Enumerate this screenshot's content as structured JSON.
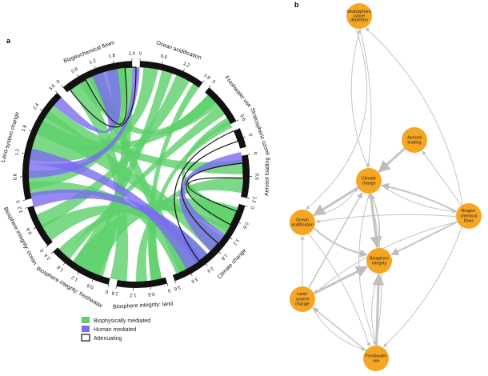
{
  "panels": {
    "a": "a",
    "b": "b"
  },
  "chord": {
    "segments": [
      {
        "name": "Biogeochemical flows",
        "ticks": [
          "0",
          "0.6",
          "1.2",
          "1.8",
          "2.4"
        ]
      },
      {
        "name": "Ocean acidification",
        "ticks": [
          "0",
          "0.6",
          "1.2",
          "1.8"
        ]
      },
      {
        "name": "Freshwater use",
        "ticks": [
          "0",
          "0.6"
        ]
      },
      {
        "name": "Stratospheric ozone",
        "ticks": [
          "0"
        ]
      },
      {
        "name": "Aerosol loading",
        "ticks": [
          "0",
          "0.6",
          "1.2"
        ]
      },
      {
        "name": "Climate change",
        "ticks": [
          "0",
          "0.6",
          "1.2",
          "1.8",
          "2.4",
          "3.0",
          "3.6"
        ]
      },
      {
        "name": "Biosphere integrity: land",
        "ticks": [
          "0",
          "0.6",
          "1.2",
          "1.8"
        ]
      },
      {
        "name": "Biosphere integrity: freshwater",
        "ticks": [
          "0",
          "0.6",
          "1.2",
          "1.8",
          "2.4"
        ]
      },
      {
        "name": "Biosphere integrity: ocean",
        "ticks": [
          "0",
          "0.6",
          "1.2"
        ]
      },
      {
        "name": "Land-system change",
        "ticks": [
          "0",
          "0.6",
          "1.2",
          "1.8",
          "2.4",
          "3.0"
        ]
      }
    ],
    "legend": [
      {
        "label": "Biophysically mediated",
        "color": "#5ccf6a"
      },
      {
        "label": "Human mediated",
        "color": "#7b6cf0"
      },
      {
        "label": "Attenuating",
        "color": "#ffffff"
      }
    ]
  },
  "network": {
    "node_color": "#f5a623",
    "edge_color": "#c4c4c4",
    "nodes": [
      {
        "id": "ozone",
        "label": "Stratospheric ozone depletion",
        "lines": [
          "Stratospheric",
          "ozone",
          "depletion"
        ]
      },
      {
        "id": "aerosol",
        "label": "Aerosol loading",
        "lines": [
          "Aerosol",
          "loading"
        ]
      },
      {
        "id": "climate",
        "label": "Climate change",
        "lines": [
          "Climate",
          "change"
        ]
      },
      {
        "id": "ocean",
        "label": "Ocean acidification",
        "lines": [
          "Ocean",
          "acidification"
        ]
      },
      {
        "id": "biogeo",
        "label": "Biogeochemical flows",
        "lines": [
          "Biogeo-",
          "chemical",
          "flows"
        ]
      },
      {
        "id": "biosphere",
        "label": "Biosphere integrity",
        "lines": [
          "Biosphere",
          "integrity"
        ]
      },
      {
        "id": "landsys",
        "label": "Land-system change",
        "lines": [
          "Land-",
          "system",
          "change"
        ]
      },
      {
        "id": "freshwater",
        "label": "Freshwater use",
        "lines": [
          "Freshwater",
          "use"
        ]
      }
    ]
  }
}
